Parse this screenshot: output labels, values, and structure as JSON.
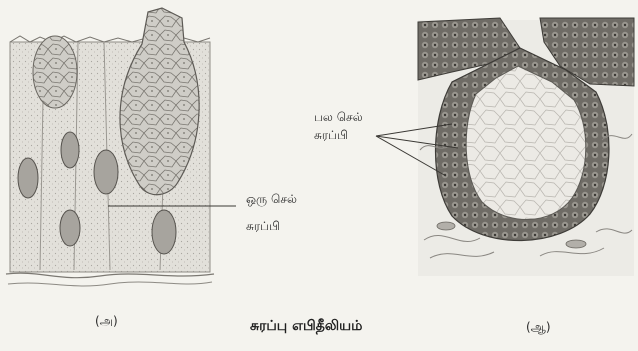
{
  "figure": {
    "left_panel": {
      "callout_line1": "ஒரு செல்",
      "callout_line2": "சுரப்பி",
      "sublabel": "(அ)"
    },
    "right_panel": {
      "callout_line1": "பல செல்",
      "callout_line2": "சுரப்பி",
      "sublabel": "(ஆ)"
    },
    "caption": "சுரப்பு எபிதீலியம்"
  }
}
